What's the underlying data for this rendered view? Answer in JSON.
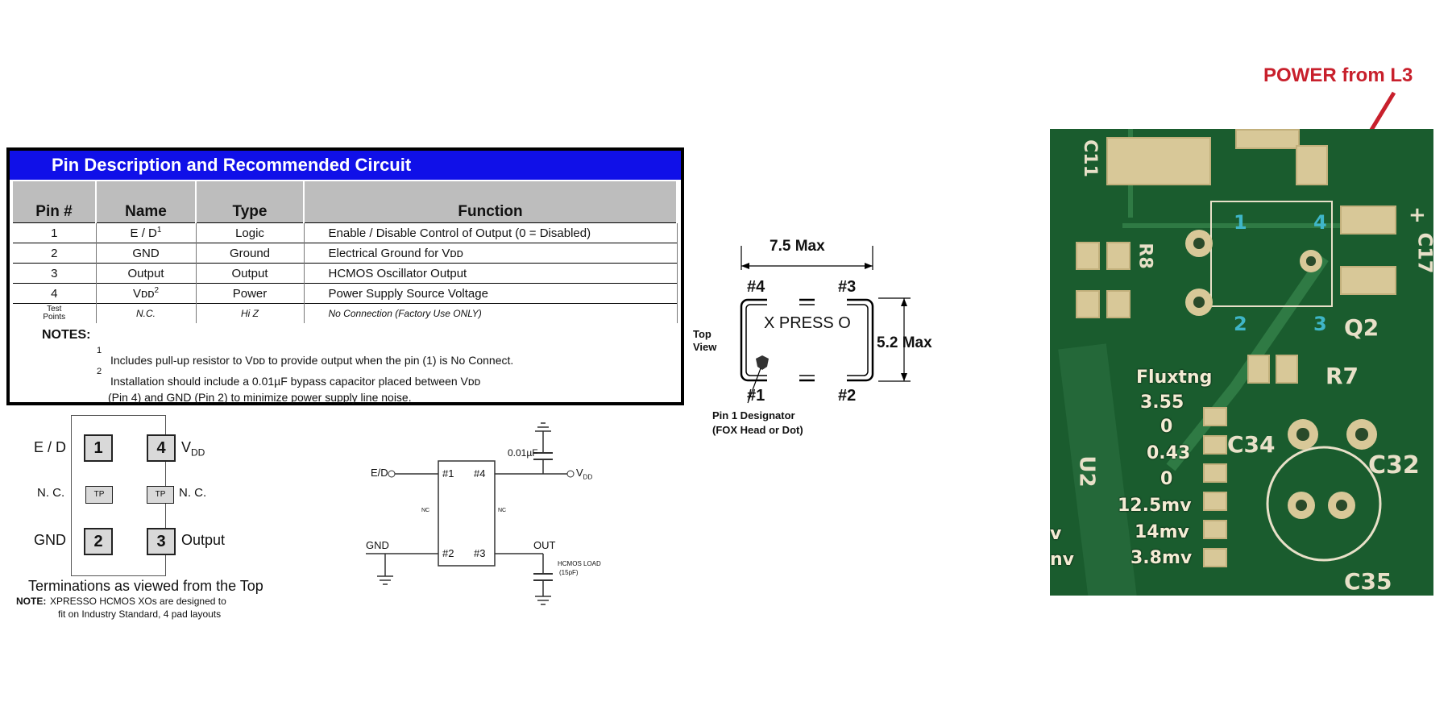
{
  "pin_table": {
    "title": "Pin Description and Recommended Circuit",
    "headers": [
      "Pin #",
      "Name",
      "Type",
      "Function"
    ],
    "rows": [
      {
        "pin": "1",
        "name": "E / D",
        "sup": "1",
        "type": "Logic",
        "function": "Enable / Disable Control of Output  (0 = Disabled)"
      },
      {
        "pin": "2",
        "name": "GND",
        "sup": "",
        "type": "Ground",
        "function": "Electrical Ground for Vᴅᴅ"
      },
      {
        "pin": "3",
        "name": "Output",
        "sup": "",
        "type": "Output",
        "function": "HCMOS Oscillator Output"
      },
      {
        "pin": "4",
        "name": "Vᴅᴅ",
        "sup": "2",
        "type": "Power",
        "function": "Power Supply Source Voltage"
      },
      {
        "pin": "Test Points",
        "name": "N.C.",
        "sup": "",
        "type": "Hi Z",
        "function": "No Connection (Factory Use ONLY)"
      }
    ],
    "notes_header": "NOTES:",
    "note1_num": "1",
    "note1": "Includes pull-up resistor to Vᴅᴅ to provide output when the pin (1) is No Connect.",
    "note2_num": "2",
    "note2a": "Installation should include a 0.01µF bypass capacitor placed between Vᴅᴅ",
    "note2b": "(Pin 4) and GND (Pin 2) to minimize power supply line noise."
  },
  "pad_layout": {
    "ed": "E / D",
    "vdd": "V",
    "vdd_sub": "DD",
    "nc_left": "N. C.",
    "nc_right": "N. C.",
    "gnd": "GND",
    "output": "Output",
    "pad1": "1",
    "pad2": "2",
    "pad3": "3",
    "pad4": "4",
    "tp": "TP",
    "caption": "Terminations as viewed from the Top",
    "note_label": "NOTE:",
    "note_line1": "XPRESSO HCMOS XOs are designed to",
    "note_line2": "fit on Industry Standard, 4 pad layouts"
  },
  "circuit": {
    "ed": "E/D",
    "gnd": "GND",
    "vdd": "V",
    "vdd_sub": "DD",
    "cap": "0.01µF",
    "out": "OUT",
    "p1": "#1",
    "p2": "#2",
    "p3": "#3",
    "p4": "#4",
    "nc": "NC",
    "load1": "HCMOS LOAD",
    "load2": "(15pF)"
  },
  "package": {
    "width_label": "7.5 Max",
    "height_label": "5.2 Max",
    "p1": "#1",
    "p2": "#2",
    "p3": "#3",
    "p4": "#4",
    "brand": "X PRESS O",
    "top_view1": "Top",
    "top_view2": "View",
    "designator1": "Pin 1 Designator",
    "designator2": "(FOX Head or Dot)"
  },
  "pcb": {
    "callout": "POWER from L3",
    "callout_color": "#c8202c",
    "pin_color": "#3fb6c8",
    "pins": [
      "1",
      "2",
      "3",
      "4"
    ],
    "silk": [
      "C11",
      "R8",
      "R7",
      "Q2",
      "C17",
      "C34",
      "C32",
      "C35",
      "U2",
      "+"
    ],
    "measurements": [
      "Fluxtng",
      "3.55",
      "0",
      "0.43",
      "0",
      "12.5mv",
      "14mv",
      "3.8mv"
    ],
    "edge_text": [
      "v",
      "nv"
    ]
  }
}
